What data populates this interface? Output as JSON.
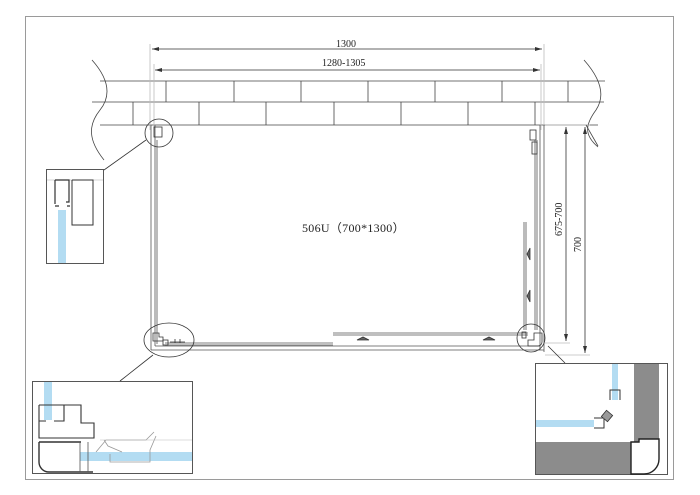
{
  "drawing": {
    "model_label": "506U（700*1300）",
    "model_code": "506U",
    "size": "700*1300",
    "dimensions": {
      "overall_width": "1300",
      "adjustable_width": "1280-1305",
      "adjustable_height": "675-700",
      "overall_height": "700"
    },
    "details": [
      {
        "name": "top-left-wall-profile-detail",
        "position": "top-left"
      },
      {
        "name": "bottom-left-corner-detail",
        "position": "bottom-left"
      },
      {
        "name": "bottom-right-corner-detail",
        "position": "bottom-right"
      }
    ],
    "colors": {
      "line": "#333333",
      "glass": "#b3dcf2",
      "tray": "#8c8c8c",
      "border": "#9a9a9a"
    }
  }
}
